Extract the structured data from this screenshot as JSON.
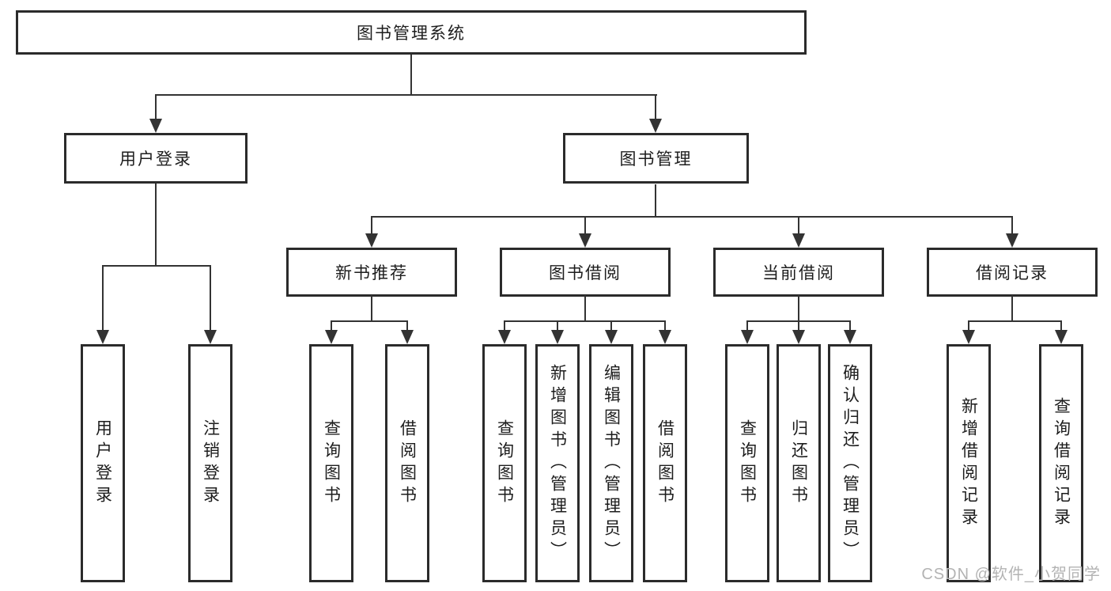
{
  "nodes": {
    "root": "图书管理系统",
    "user_login": "用户登录",
    "book_management": "图书管理",
    "new_book_recommend": "新书推荐",
    "book_borrow": "图书借阅",
    "current_borrow": "当前借阅",
    "borrow_records": "借阅记录",
    "leaf_user_login": "用户登录",
    "leaf_logout": "注销登录",
    "leaf_nb_query": "查询图书",
    "leaf_nb_borrow": "借阅图书",
    "leaf_bb_query": "查询图书",
    "leaf_bb_add": "新增图书（管理员）",
    "leaf_bb_edit": "编辑图书（管理员）",
    "leaf_bb_borrow": "借阅图书",
    "leaf_cb_query": "查询图书",
    "leaf_cb_return": "归还图书",
    "leaf_cb_confirm": "确认归还（管理员）",
    "leaf_br_add": "新增借阅记录",
    "leaf_br_query": "查询借阅记录"
  },
  "watermark": "CSDN @软件_小贺同学",
  "colors": {
    "line": "#333333",
    "box_border": "#2b2b2b",
    "text": "#1d1d1d",
    "watermark": "#b3b3b3",
    "background": "#ffffff"
  }
}
